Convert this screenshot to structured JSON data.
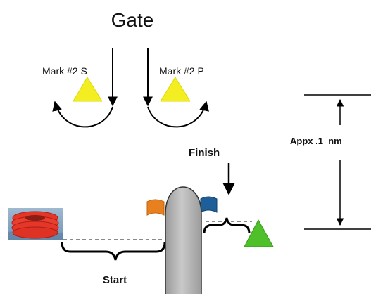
{
  "title": "Gate",
  "labels": {
    "mark_starboard": "Mark #2 S",
    "mark_port": "Mark #2 P",
    "finish": "Finish",
    "start": "Start",
    "distance": "Appx .1  nm"
  },
  "colors": {
    "mark_yellow": "#f2ee22",
    "finish_triangle": "#4fbf2a",
    "flag_orange": "#e8801f",
    "flag_blue": "#1f5f99",
    "committee_boat": "#b8b8b8",
    "buoy_red": "#e5362a",
    "water_blue": "#7fa4c4"
  },
  "icons": {
    "mark_starboard": "yellow-triangle-mark",
    "mark_port": "yellow-triangle-mark",
    "pin_end": "green-triangle-mark",
    "committee_boat": "committee-boat",
    "start_buoy": "coiled-red-buoy-photo"
  }
}
